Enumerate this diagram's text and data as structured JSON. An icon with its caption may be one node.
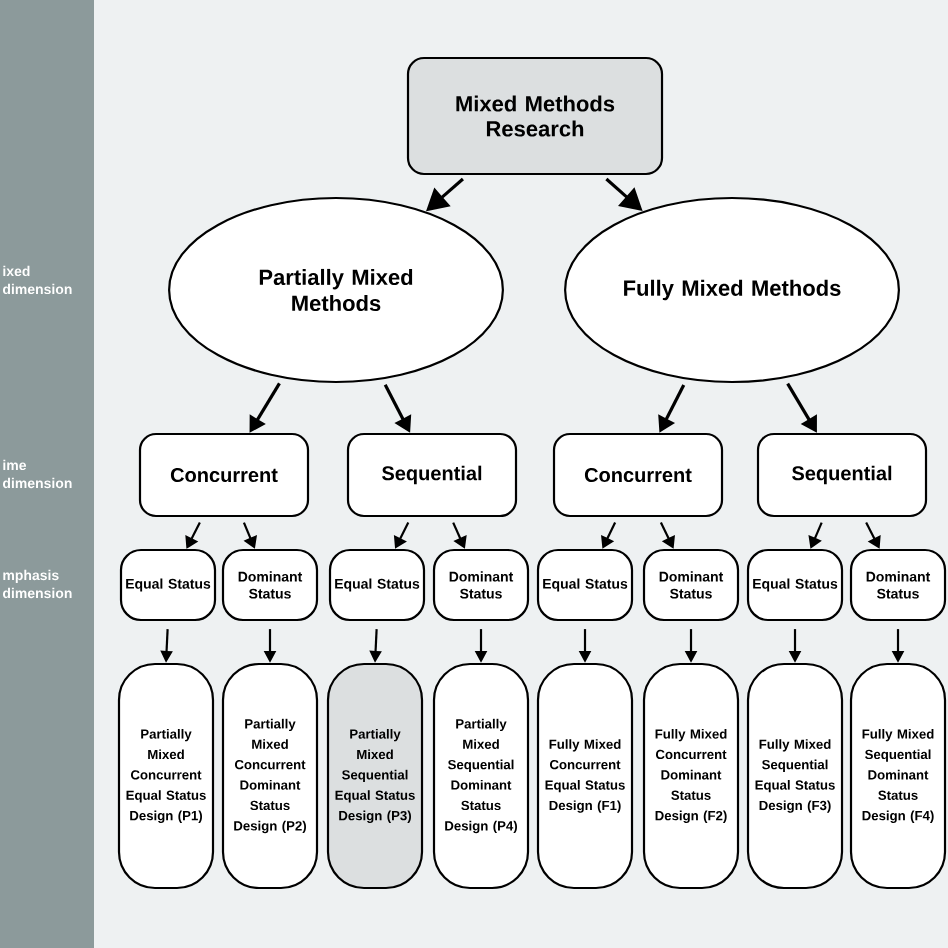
{
  "diagram": {
    "nodes": [
      {
        "text": [
          "Mixed Methods Research"
        ]
      },
      {
        "text": [
          "Partially Mixed Methods"
        ]
      },
      {
        "text": [
          "Fully Mixed Methods"
        ]
      },
      {
        "text": [
          "Concurrent"
        ]
      },
      {
        "text": [
          "Sequential"
        ]
      },
      {
        "text": [
          "Concurrent"
        ]
      },
      {
        "text": [
          "Sequential"
        ]
      },
      {
        "text": [
          "Equal Status"
        ]
      },
      {
        "text": [
          "Dominant Status"
        ]
      },
      {
        "text": [
          "Equal Status"
        ]
      },
      {
        "text": [
          "Dominant Status"
        ]
      },
      {
        "text": [
          "Equal Status"
        ]
      },
      {
        "text": [
          "Dominant Status"
        ]
      },
      {
        "text": [
          "Equal Status"
        ]
      },
      {
        "text": [
          "Dominant Status"
        ]
      },
      {
        "text": [
          "Partially Mixed Concurrent Equal Status Design (P1)"
        ]
      },
      {
        "text": [
          "Partially Mixed Concurrent Dominant Status Design (P2)"
        ]
      },
      {
        "text": [
          "Partially Mixed Sequential Equal Status Design (P3)"
        ]
      },
      {
        "text": [
          "Partially Mixed Sequential Dominant Status Design (P4)"
        ]
      },
      {
        "text": [
          "Fully Mixed Concurrent Equal Status Design (F1)"
        ]
      },
      {
        "text": [
          "Fully Mixed Concurrent Dominant Status Design (F2)"
        ]
      },
      {
        "text": [
          "Fully Mixed Sequential Equal Status Design (F3)"
        ]
      },
      {
        "text": [
          "Fully Mixed Sequential Dominant Status Design (F4)"
        ]
      }
    ],
    "edges": [
      {
        "from": 0,
        "to": 1,
        "arrow": "to"
      },
      {
        "from": 0,
        "to": 2,
        "arrow": "to"
      },
      {
        "from": 1,
        "to": 3,
        "arrow": "to"
      },
      {
        "from": 1,
        "to": 4,
        "arrow": "to"
      },
      {
        "from": 2,
        "to": 5,
        "arrow": "to"
      },
      {
        "from": 2,
        "to": 6,
        "arrow": "to"
      },
      {
        "from": 3,
        "to": 7,
        "arrow": "to"
      },
      {
        "from": 3,
        "to": 8,
        "arrow": "to"
      },
      {
        "from": 4,
        "to": 9,
        "arrow": "to"
      },
      {
        "from": 4,
        "to": 10,
        "arrow": "to"
      },
      {
        "from": 5,
        "to": 11,
        "arrow": "to"
      },
      {
        "from": 5,
        "to": 12,
        "arrow": "to"
      },
      {
        "from": 6,
        "to": 13,
        "arrow": "to"
      },
      {
        "from": 6,
        "to": 14,
        "arrow": "to"
      },
      {
        "from": 7,
        "to": 15,
        "arrow": "to"
      },
      {
        "from": 8,
        "to": 16,
        "arrow": "to"
      },
      {
        "from": 9,
        "to": 17,
        "arrow": "to"
      },
      {
        "from": 10,
        "to": 18,
        "arrow": "to"
      },
      {
        "from": 11,
        "to": 19,
        "arrow": "to"
      },
      {
        "from": 12,
        "to": 20,
        "arrow": "to"
      },
      {
        "from": 13,
        "to": 21,
        "arrow": "to"
      },
      {
        "from": 14,
        "to": 22,
        "arrow": "to"
      }
    ],
    "labels": [
      "ixed dimension",
      "ime dimension",
      "mphasis dimension"
    ]
  }
}
